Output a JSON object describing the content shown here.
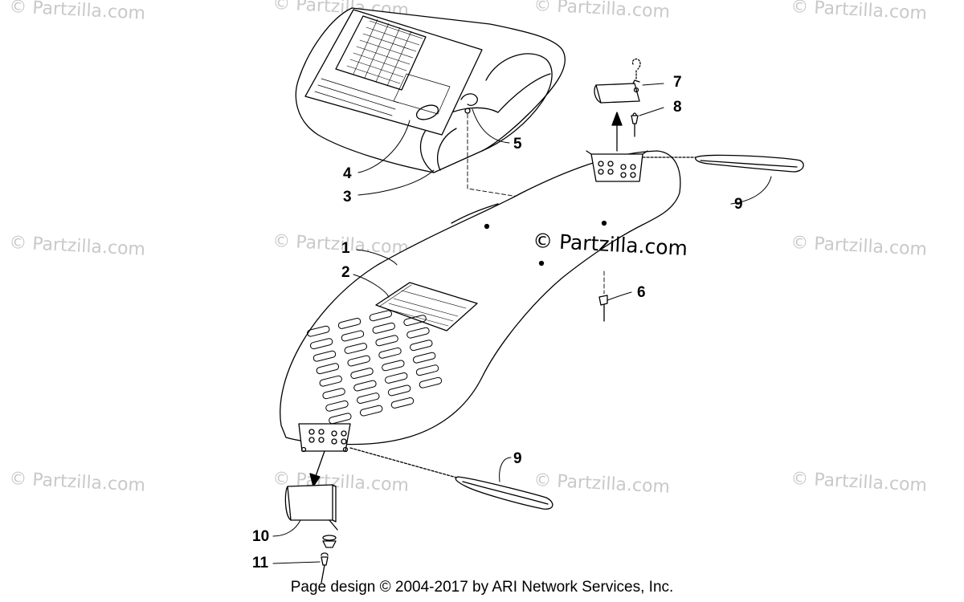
{
  "watermark": {
    "text": "© Partzilla.com",
    "center_text": "© Partzilla.com"
  },
  "callouts": [
    {
      "id": "1",
      "label": "1"
    },
    {
      "id": "2",
      "label": "2"
    },
    {
      "id": "3",
      "label": "3"
    },
    {
      "id": "4",
      "label": "4"
    },
    {
      "id": "5",
      "label": "5"
    },
    {
      "id": "6",
      "label": "6"
    },
    {
      "id": "7",
      "label": "7"
    },
    {
      "id": "8",
      "label": "8"
    },
    {
      "id": "9a",
      "label": "9"
    },
    {
      "id": "9b",
      "label": "9"
    },
    {
      "id": "10",
      "label": "10"
    },
    {
      "id": "11",
      "label": "11"
    }
  ],
  "footer": {
    "text": "Page design © 2004-2017 by ARI Network Services, Inc."
  }
}
